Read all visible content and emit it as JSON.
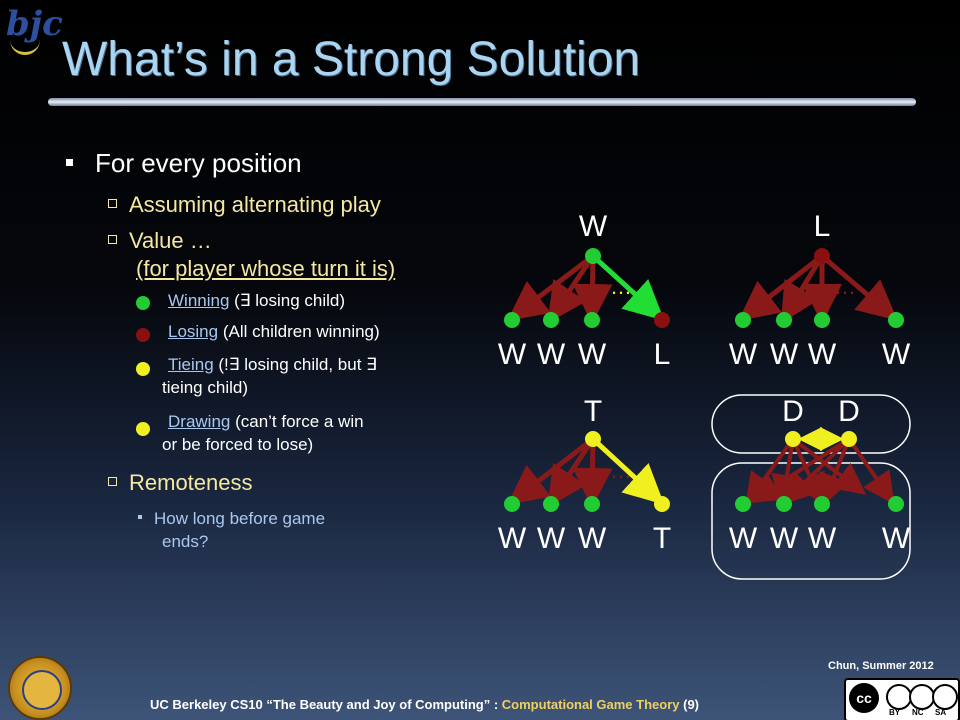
{
  "logo": {
    "text": "bjc"
  },
  "title": "What’s in a Strong Solution",
  "bullets": {
    "l1": "For every position",
    "l2a": "Assuming alternating play",
    "l2b_line1": "Value …",
    "l2b_line2": "(for player whose turn it is)",
    "winning_term": "Winning",
    "winning_rest": " (∃ losing child)",
    "losing_term": "Losing",
    "losing_rest": " (All children winning)",
    "tieing_term": "Tieing",
    "tieing_rest": " (!∃ losing child, but ∃",
    "tieing_line2": "tieing child)",
    "drawing_term": "Drawing",
    "drawing_rest": " (can’t force a win",
    "drawing_line2": "or be forced to lose)",
    "l2c": "Remoteness",
    "l4_line1": "How long before game",
    "l4_line2": "ends?"
  },
  "trees": {
    "tree_w": {
      "root": "W",
      "children": [
        "W",
        "W",
        "W",
        "L"
      ]
    },
    "tree_l": {
      "root": "L",
      "children": [
        "W",
        "W",
        "W",
        "W"
      ]
    },
    "tree_t": {
      "root": "T",
      "children": [
        "W",
        "W",
        "W",
        "T"
      ]
    },
    "tree_d": {
      "roots": [
        "D",
        "D"
      ],
      "children": [
        "W",
        "W",
        "W",
        "W"
      ]
    },
    "ellipsis": "…"
  },
  "colors": {
    "win": "#22cc33",
    "lose": "#8a1010",
    "tie": "#f0f020",
    "edge": "#8a1a1a",
    "win_edge": "#22dd33",
    "tie_edge": "#f0f020"
  },
  "footer": {
    "author": "Chun, Summer 2012",
    "course": "UC Berkeley CS10 “The Beauty and Joy of Computing” : ",
    "topic": "Computational Game Theory",
    "page": " (9)"
  },
  "license": {
    "cc": "cc",
    "by": "BY",
    "nc": "NC",
    "sa": "SA"
  }
}
